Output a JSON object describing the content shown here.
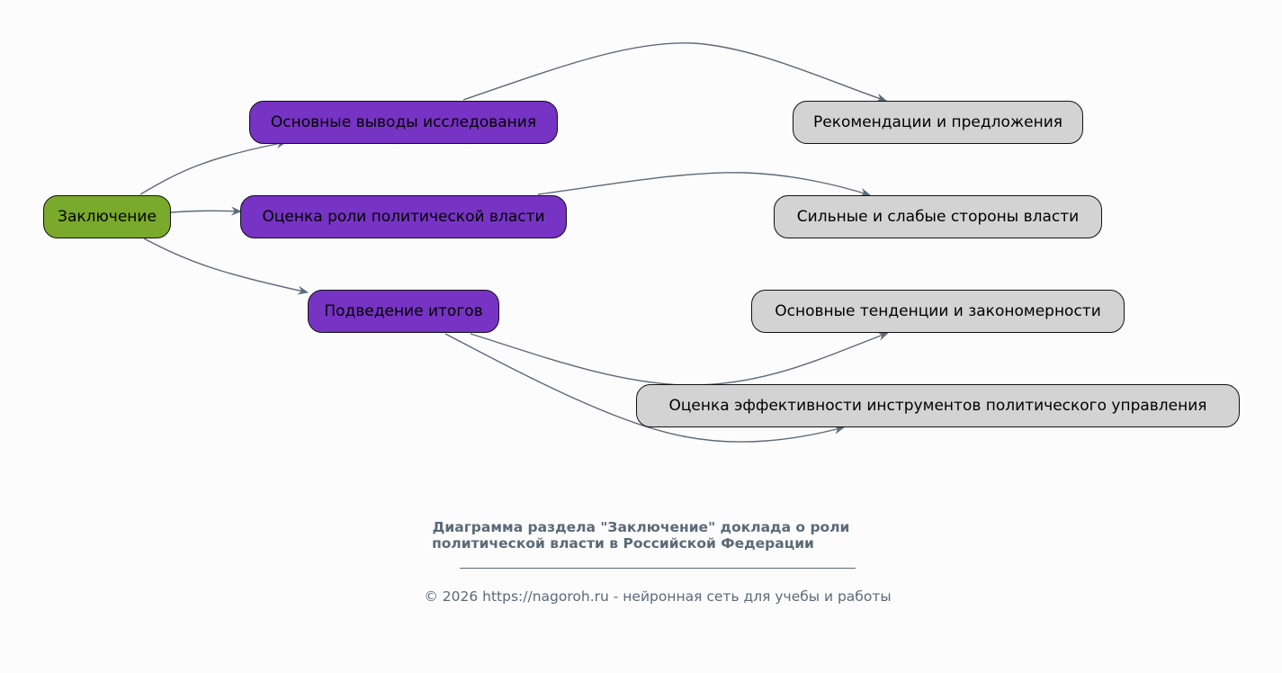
{
  "diagram": {
    "root": "Заключение",
    "level1": [
      "Основные выводы исследования",
      "Оценка роли политической власти",
      "Подведение итогов"
    ],
    "level2": [
      "Рекомендации и предложения",
      "Сильные и слабые стороны власти",
      "Основные тенденции и закономерности",
      "Оценка эффективности инструментов политического управления"
    ],
    "edges": [
      [
        "Заключение",
        "Основные выводы исследования"
      ],
      [
        "Заключение",
        "Оценка роли политической власти"
      ],
      [
        "Заключение",
        "Подведение итогов"
      ],
      [
        "Основные выводы исследования",
        "Рекомендации и предложения"
      ],
      [
        "Оценка роли политической власти",
        "Сильные и слабые стороны власти"
      ],
      [
        "Подведение итогов",
        "Основные тенденции и закономерности"
      ],
      [
        "Подведение итогов",
        "Оценка эффективности инструментов политического управления"
      ]
    ],
    "colors": {
      "root": "#79aa2b",
      "level1": "#7733c4",
      "level2": "#d3d3d3",
      "edge": "#5b6a78"
    }
  },
  "footer": {
    "title_line1": "Диаграмма раздела \"Заключение\" доклада о роли",
    "title_line2": "политической власти в Российской Федерации",
    "copyright": "© 2026 https://nagoroh.ru - нейронная сеть для учебы и работы"
  }
}
